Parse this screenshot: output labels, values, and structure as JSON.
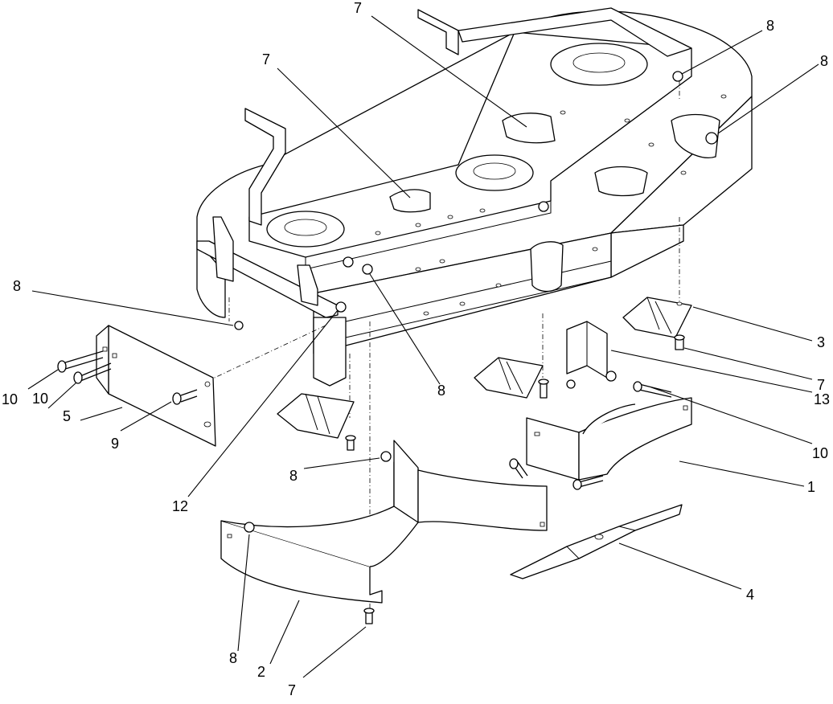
{
  "callouts": [
    {
      "id": "c-7a",
      "text": "7"
    },
    {
      "id": "c-7b",
      "text": "7"
    },
    {
      "id": "c-8a",
      "text": "8"
    },
    {
      "id": "c-8b",
      "text": "8"
    },
    {
      "id": "c-8c",
      "text": "8"
    },
    {
      "id": "c-8d",
      "text": "8"
    },
    {
      "id": "c-8e",
      "text": "8"
    },
    {
      "id": "c-8f",
      "text": "8"
    },
    {
      "id": "c-3",
      "text": "3"
    },
    {
      "id": "c-7c",
      "text": "7"
    },
    {
      "id": "c-13",
      "text": "13"
    },
    {
      "id": "c-10a",
      "text": "10"
    },
    {
      "id": "c-10b",
      "text": "10"
    },
    {
      "id": "c-10c",
      "text": "10"
    },
    {
      "id": "c-5",
      "text": "5"
    },
    {
      "id": "c-9",
      "text": "9"
    },
    {
      "id": "c-12",
      "text": "12"
    },
    {
      "id": "c-1",
      "text": "1"
    },
    {
      "id": "c-4",
      "text": "4"
    },
    {
      "id": "c-2",
      "text": "2"
    },
    {
      "id": "c-7d",
      "text": "7"
    }
  ]
}
